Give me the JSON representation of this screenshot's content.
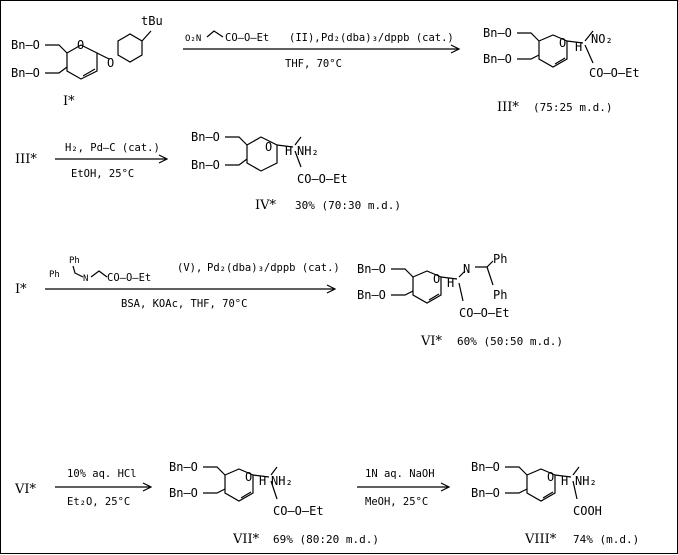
{
  "scheme": {
    "step1": {
      "reagents": "NO2-CH2-CO-O-Et (II), Pd2(dba)3/dppb (cat.)",
      "reagent_nitro": "O₂N",
      "reagent_ester": "CO–O–Et",
      "reagent_tag": "(II),",
      "reagent_cat": "Pd₂(dba)₃/dppb (cat.)",
      "conditions": "THF, 70°C",
      "start_label": "I*",
      "product_label": "III*",
      "product_note": "(75:25 m.d.)",
      "start_substituent": "tBu",
      "product_group": "NO₂"
    },
    "step2": {
      "start": "III*",
      "reagents": "H₂, Pd–C (cat.)",
      "conditions": "EtOH, 25°C",
      "product_label": "IV*",
      "product_note": "30% (70:30 m.d.)",
      "product_group": "NH₂"
    },
    "step3": {
      "start": "I*",
      "reagent_ph1": "Ph",
      "reagent_ph2": "Ph",
      "reagent_n": "N",
      "reagent_ester": "CO–O–Et",
      "reagent_tag": "(V),",
      "reagent_cat": "Pd₂(dba)₃/dppb (cat.)",
      "conditions": "BSA, KOAc, THF, 70°C",
      "product_label": "VI*",
      "product_note": "60% (50:50 m.d.)",
      "product_ph1": "Ph",
      "product_ph2": "Ph",
      "product_n": "N"
    },
    "step4": {
      "start": "VI*",
      "reagents": "10% aq. HCl",
      "conditions": "Et₂O, 25°C",
      "product_label": "VII*",
      "product_note": "69% (80:20 m.d.)",
      "product_group": "NH₂"
    },
    "step5": {
      "reagents": "1N aq. NaOH",
      "conditions": "MeOH, 25°C",
      "product_label": "VIII*",
      "product_note": "74% (m.d.)",
      "product_group": "NH₂",
      "product_acid": "COOH"
    },
    "atoms": {
      "bn_o": "Bn–O",
      "o": "O",
      "h": "H",
      "ester": "CO–O–Et"
    }
  }
}
